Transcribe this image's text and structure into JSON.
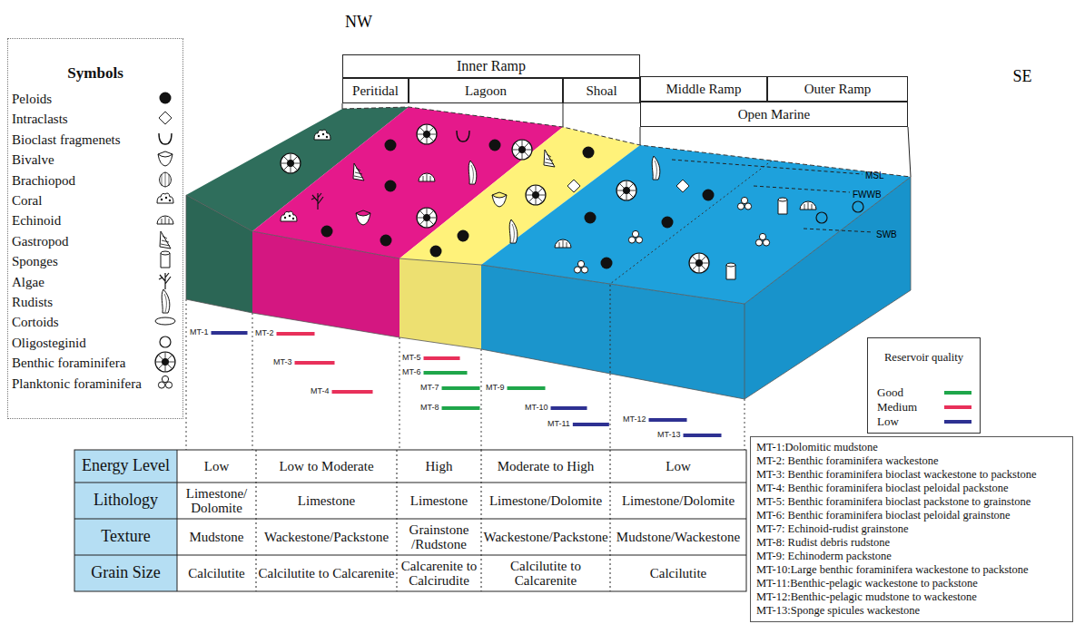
{
  "diagram": {
    "nodes": [
      {
        "text": [
          "Symbols"
        ]
      },
      {
        "text": [
          "Inner Ramp"
        ]
      },
      {
        "text": [
          "Peritidal"
        ]
      },
      {
        "text": [
          "Lagoon"
        ]
      },
      {
        "text": [
          "Shoal"
        ]
      },
      {
        "text": [
          "Middle Ramp"
        ]
      },
      {
        "text": [
          "Outer Ramp"
        ]
      },
      {
        "text": [
          "Open Marine"
        ]
      },
      {
        "text": [
          "Reservoir quality"
        ]
      },
      {
        "text": [
          "MT-1:Dolomitic mudstone",
          "MT-2: Benthic foraminifera wackestone",
          "MT-3: Benthic foraminifera bioclast wackestone to packstone",
          "MT-4: Benthic foraminifera bioclast peloidal packstone",
          "MT-5: Benthic foraminifera bioclast packstone to grainstone",
          "MT-6: Benthic foraminifera bioclast peloidal grainstone",
          "MT-7: Echinoid-rudist grainstone",
          "MT-8: Rudist debris rudstone",
          "MT-9: Echinoderm packstone",
          "MT-10:Large benthic foraminifera wackestone to packstone",
          "MT-11:Benthic-pelagic wackestone to packstone",
          "MT-12:Benthic-pelagic mudstone to wackestone",
          "MT-13:Sponge spicules wackestone"
        ]
      }
    ],
    "labels": [
      "NW",
      "SE",
      "MSL",
      "FWWB",
      "SWB",
      "MT-1",
      "MT-2",
      "MT-3",
      "MT-4",
      "MT-5",
      "MT-6",
      "MT-7",
      "MT-8",
      "MT-9",
      "MT-10",
      "MT-11",
      "MT-12",
      "MT-13",
      "Energy Level",
      "Low",
      "Low to Moderate",
      "High",
      "Moderate to High",
      "Low",
      "Lithology",
      "Limestone/ Dolomite",
      "Limestone",
      "Limestone",
      "Limestone/Dolomite",
      "Limestone/Dolomite",
      "Texture",
      "Mudstone",
      "Wackestone/Packstone",
      "Grainstone /Rudstone",
      "Wackestone/Packstone",
      "Mudstone/Wackestone",
      "Grain Size",
      "Calcilutite",
      "Calcilutite to Calcarenite",
      "Calcarenite to Calcirudite",
      "Calcilutite to Calcarenite",
      "Calcilutite"
    ],
    "legend": [
      {
        "text": "Peloids"
      },
      {
        "text": "Intraclasts"
      },
      {
        "text": "Bioclast fragmenets"
      },
      {
        "text": "Bivalve"
      },
      {
        "text": "Brachiopod"
      },
      {
        "text": "Coral"
      },
      {
        "text": "Echinoid"
      },
      {
        "text": "Gastropod"
      },
      {
        "text": "Sponges"
      },
      {
        "text": "Algae"
      },
      {
        "text": "Rudists"
      },
      {
        "text": "Cortoids"
      },
      {
        "text": "Oligosteginid"
      },
      {
        "text": "Benthic foraminifera"
      },
      {
        "text": "Planktonic foraminifera"
      },
      {
        "text": "Good",
        "color": "#1fa64a"
      },
      {
        "text": "Medium",
        "color": "#e8305a"
      },
      {
        "text": "Low",
        "color": "#2e3192"
      }
    ]
  }
}
